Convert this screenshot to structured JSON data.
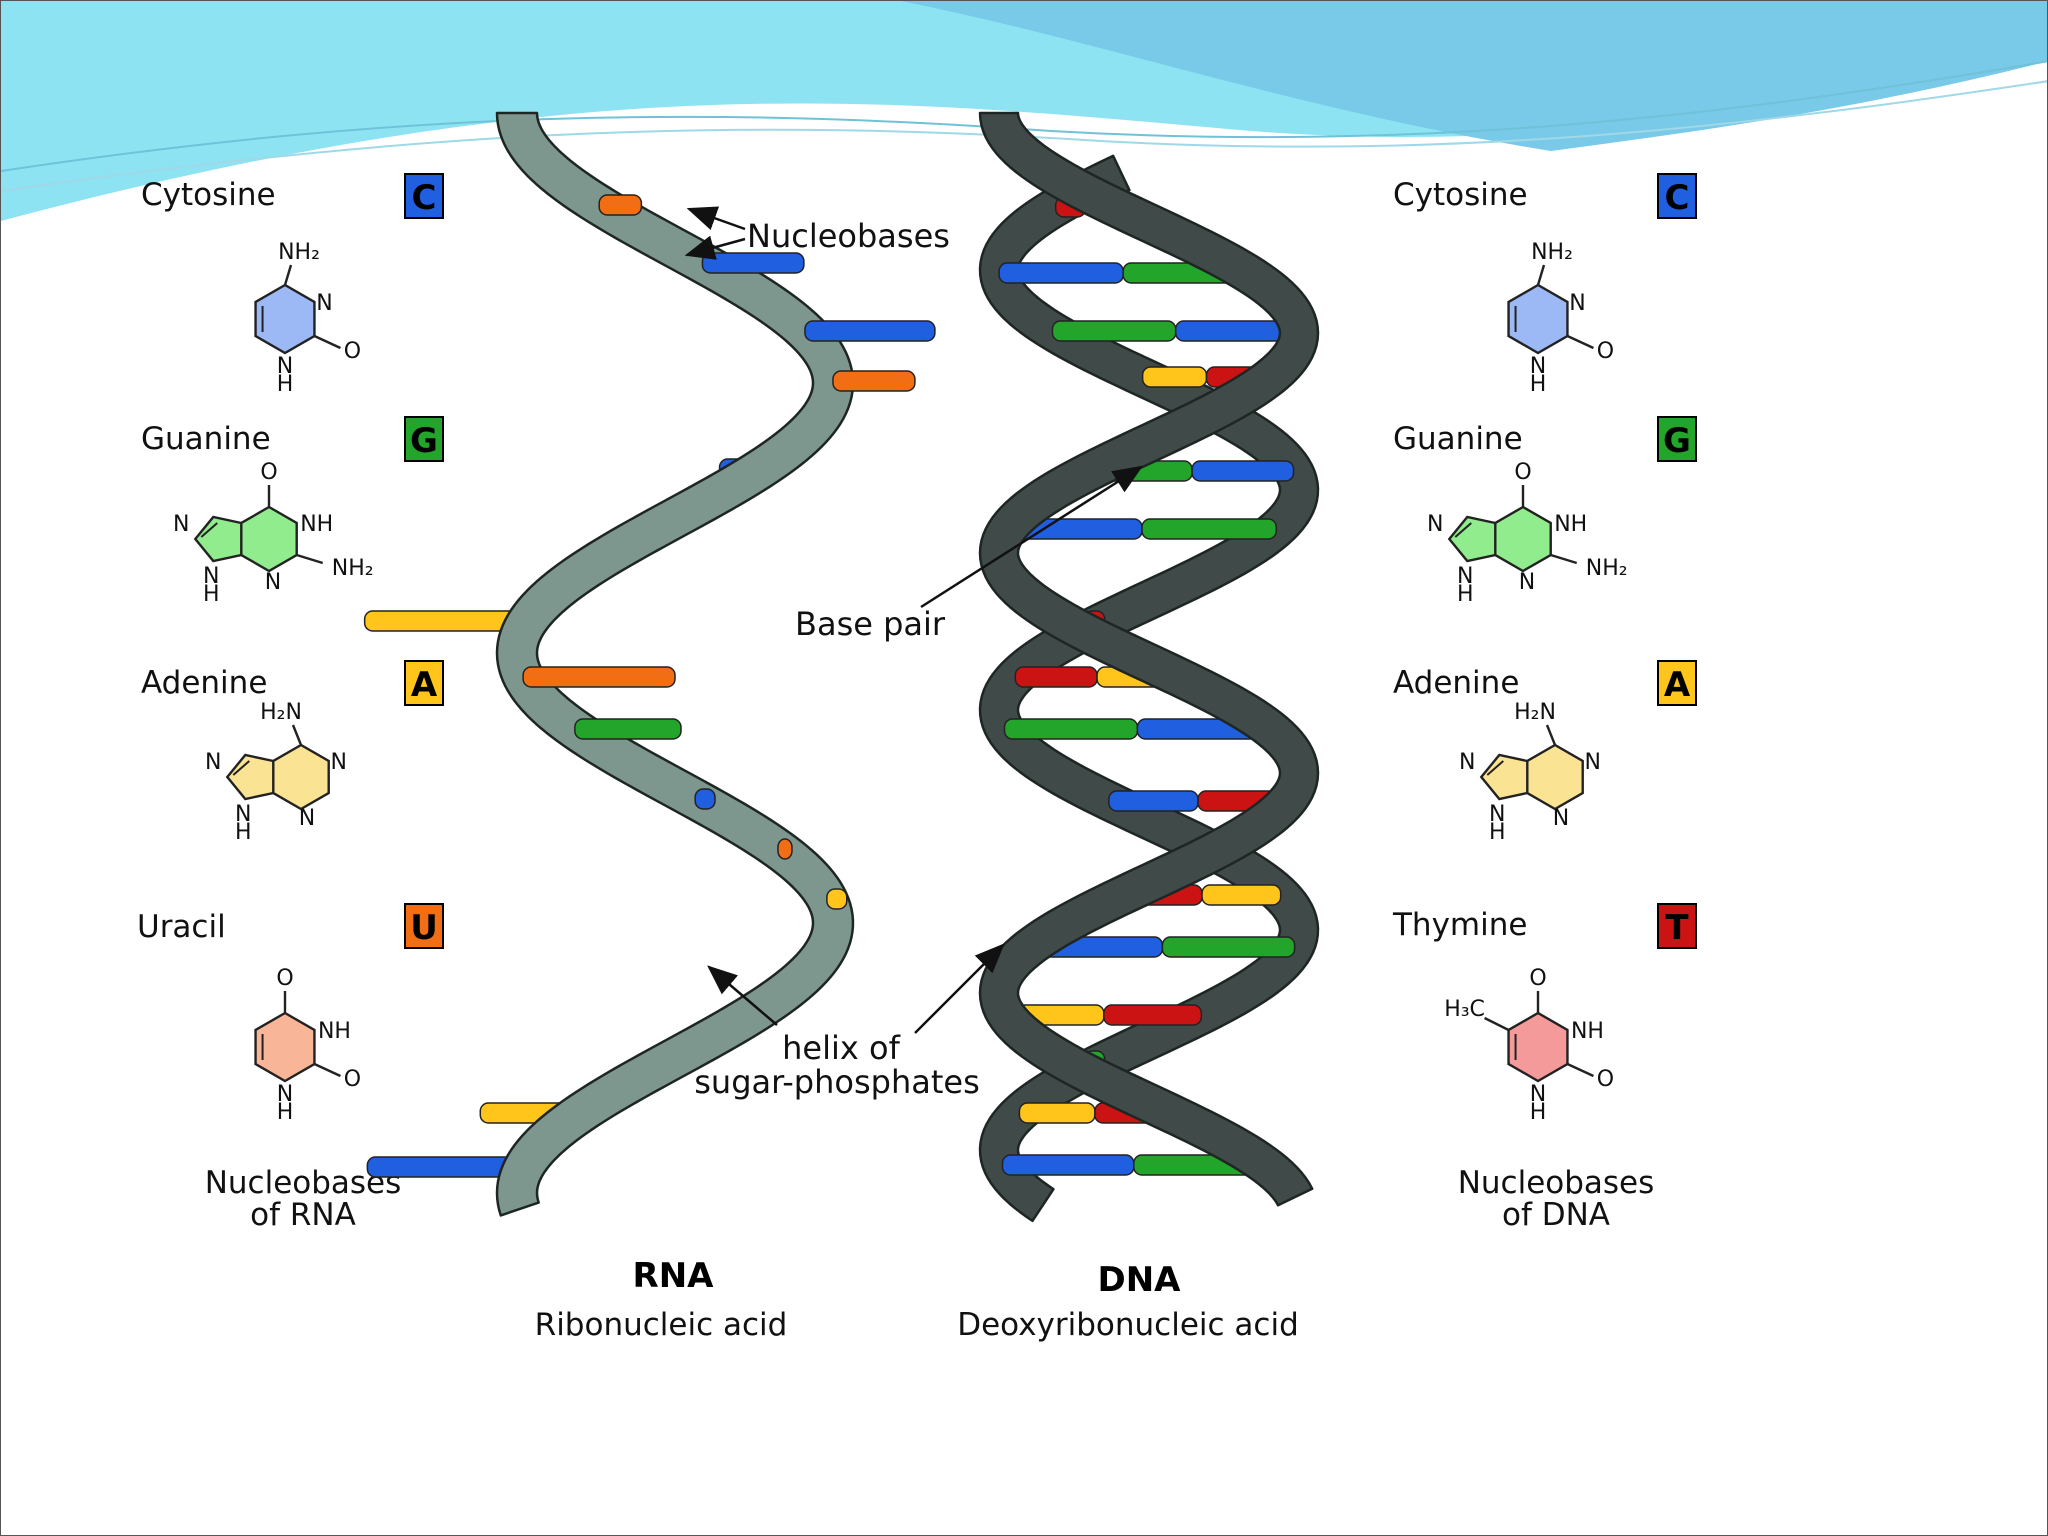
{
  "colors": {
    "cytosine": "#1f5fe0",
    "guanine": "#22a52a",
    "adenine": "#ffc51a",
    "uracil": "#f26e14",
    "thymine": "#cc1313",
    "rna_backbone": "#7d978e",
    "dna_backbone": "#404a49",
    "header_wave": "#5fd0ea"
  },
  "rna_bases": [
    {
      "name": "Cytosine",
      "letter": "C",
      "color": "#1f5fe0",
      "ring": "#9cb8f5"
    },
    {
      "name": "Guanine",
      "letter": "G",
      "color": "#22a52a",
      "ring": "#90ec8c"
    },
    {
      "name": "Adenine",
      "letter": "A",
      "color": "#ffc51a",
      "ring": "#fbe394"
    },
    {
      "name": "Uracil",
      "letter": "U",
      "color": "#f26e14",
      "ring": "#f8b597"
    }
  ],
  "dna_bases": [
    {
      "name": "Cytosine",
      "letter": "C",
      "color": "#1f5fe0",
      "ring": "#9cb8f5"
    },
    {
      "name": "Guanine",
      "letter": "G",
      "color": "#22a52a",
      "ring": "#90ec8c"
    },
    {
      "name": "Adenine",
      "letter": "A",
      "color": "#ffc51a",
      "ring": "#fbe394"
    },
    {
      "name": "Thymine",
      "letter": "T",
      "color": "#cc1313",
      "ring": "#f59a9a"
    }
  ],
  "atoms": {
    "nh2": "NH₂",
    "n": "N",
    "o": "O",
    "h": "H",
    "nh": "NH",
    "h2n": "H₂N",
    "h3c": "H₃C"
  },
  "captions": {
    "rna_line1": "Nucleobases",
    "rna_line2": "of RNA",
    "dna_line1": "Nucleobases",
    "dna_line2": "of DNA"
  },
  "annotations": {
    "nucleobases": "Nucleobases",
    "base_pair": "Base pair",
    "helix_line1": "helix of",
    "helix_line2": "sugar-phosphates"
  },
  "titles": {
    "rna": "RNA",
    "rna_sub": "Ribonucleic acid",
    "dna": "DNA",
    "dna_sub": "Deoxyribonucleic acid"
  }
}
